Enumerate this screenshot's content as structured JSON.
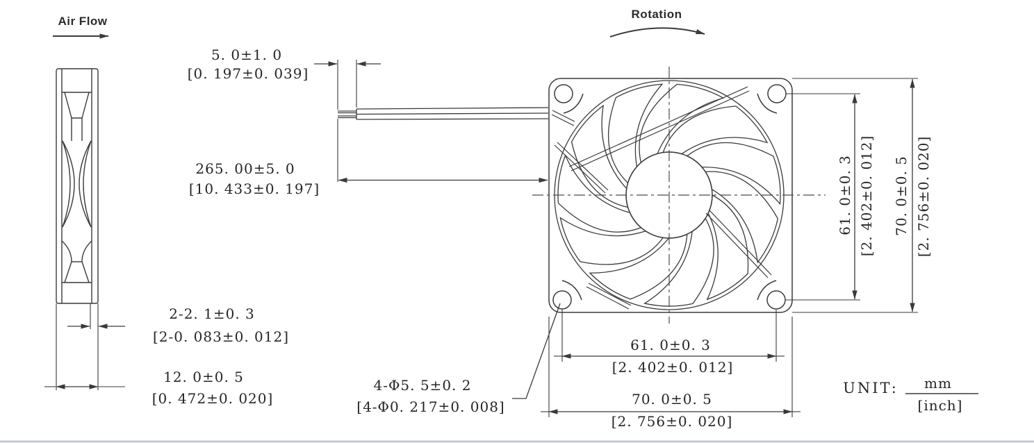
{
  "labels": {
    "air_flow": "Air Flow",
    "rotation": "Rotation"
  },
  "dimensions": {
    "lead_strip_length": {
      "mm": "5. 0±1. 0",
      "inch": "[0. 197±0. 039]"
    },
    "wire_length": {
      "mm": "265. 00±5. 0",
      "inch": "[10. 433±0. 197]"
    },
    "flange_thickness": {
      "mm": "2-2. 1±0. 3",
      "inch": "[2-0. 083±0. 012]"
    },
    "frame_depth": {
      "mm": "12. 0±0. 5",
      "inch": "[0. 472±0. 020]"
    },
    "mounting_holes": {
      "mm": "4-Φ5. 5±0. 2",
      "inch": "[4-Φ0. 217±0. 008]"
    },
    "hole_pitch_vertical": {
      "mm": "61. 0±0. 3",
      "inch": "[2. 402±0. 012]"
    },
    "frame_size_vertical": {
      "mm": "70. 0±0. 5",
      "inch": "[2. 756±0. 020]"
    },
    "hole_pitch_horizontal": {
      "mm": "61. 0±0. 3",
      "inch": "[2. 402±0. 012]"
    },
    "frame_size_horizontal": {
      "mm": "70. 0±0. 5",
      "inch": "[2. 756±0. 020]"
    }
  },
  "unit_note": {
    "label": "UNIT:",
    "numerator": "mm",
    "denominator": "[inch]"
  },
  "colors": {
    "line": "#3a3a3a",
    "text": "#252525",
    "bottom_border": "#c3c9d2"
  }
}
